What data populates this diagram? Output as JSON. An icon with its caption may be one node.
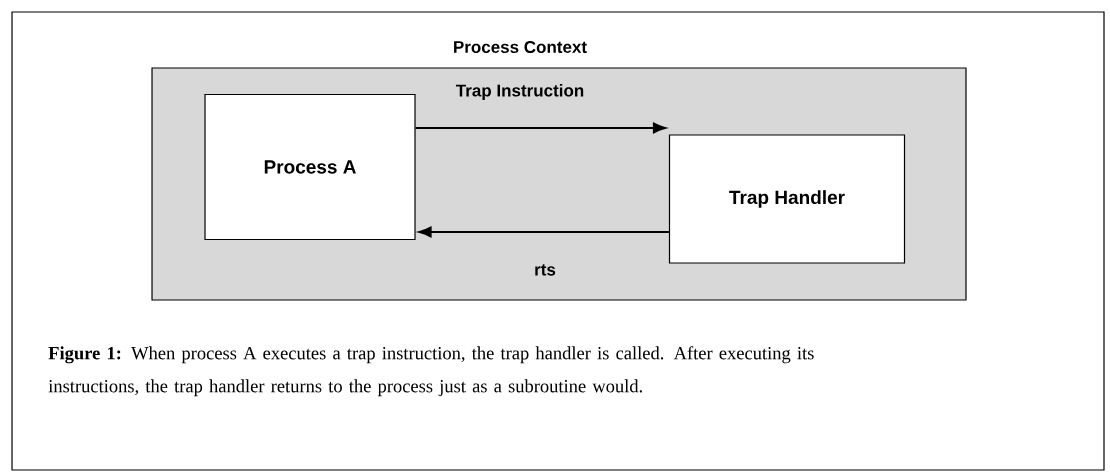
{
  "diagram": {
    "caption": "**Figure 1:** When process A executes a trap instruction, the trap handler is called. After executing its instructions, the trap handler returns to the process just as a subroutine would.",
    "nodes": [
      {
        "text": [
          "Process Context"
        ]
      },
      {
        "text": [
          "Process A"
        ],
        "in": 0
      },
      {
        "text": [
          "Trap Handler"
        ],
        "in": 0
      }
    ],
    "edges": [
      {
        "from": 1,
        "to": 2,
        "arrow": "to",
        "label": "Trap Instruction"
      },
      {
        "from": 2,
        "to": 1,
        "arrow": "to",
        "label": "rts"
      }
    ]
  }
}
